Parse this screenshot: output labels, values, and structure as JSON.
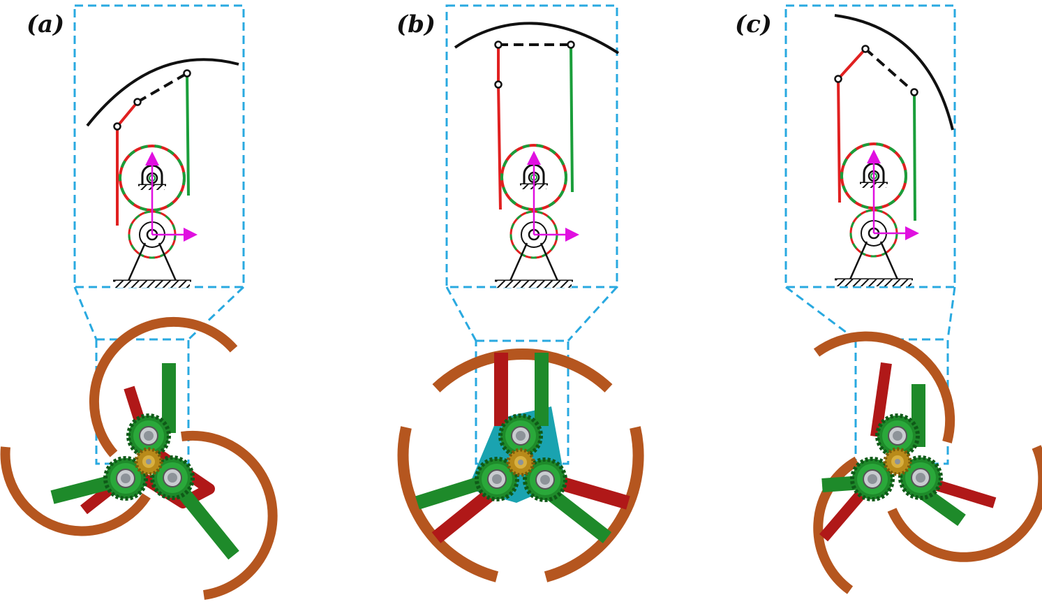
{
  "panels": [
    {
      "id": "a",
      "label": "(a)"
    },
    {
      "id": "b",
      "label": "(b)"
    },
    {
      "id": "c",
      "label": "(c)"
    }
  ],
  "colors": {
    "zoom_box": "#29a9e0",
    "arc": "#111111",
    "left_link": "#e02020",
    "right_link": "#1a9e3a",
    "axis_arrow": "#e010e0",
    "ring": "#b5561f",
    "green_part": "#1e8a2a",
    "red_part": "#b01818",
    "brass_gear": "#b88a1a",
    "cyan_part": "#1aa3b0",
    "steel": "#9aa0a6"
  },
  "icons": {
    "ground_hatch": "hatched-ground-icon",
    "pivot": "pin-joint-icon",
    "gear_pitch_circle": "dashed-gear-circle-icon"
  }
}
